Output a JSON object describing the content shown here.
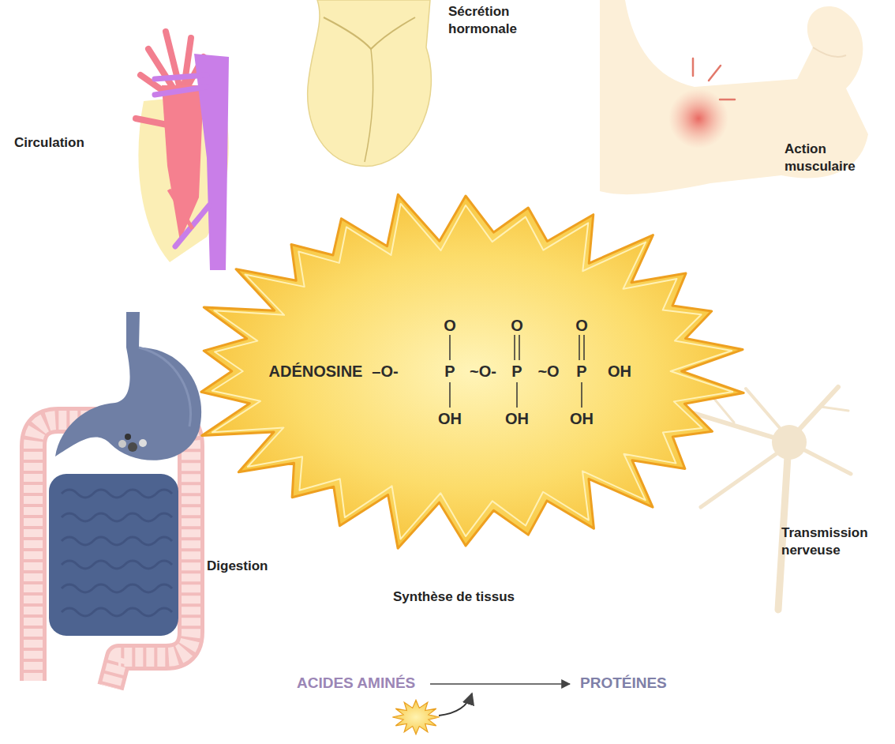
{
  "diagram": {
    "nodes": [
      {
        "text": [
          "ADÉNOSINE",
          "–O-",
          "P",
          "~O-",
          "P",
          "~O",
          "P",
          "OH",
          "O",
          "O",
          "O",
          "OH",
          "OH",
          "OH"
        ]
      }
    ],
    "labels": [
      "Circulation",
      "Sécrétion hormonale",
      "Action musculaire",
      "Digestion",
      "Transmission nerveuse",
      "Synthèse de tissus",
      "ACIDES AMINÉS",
      "PROTÉINES"
    ]
  }
}
